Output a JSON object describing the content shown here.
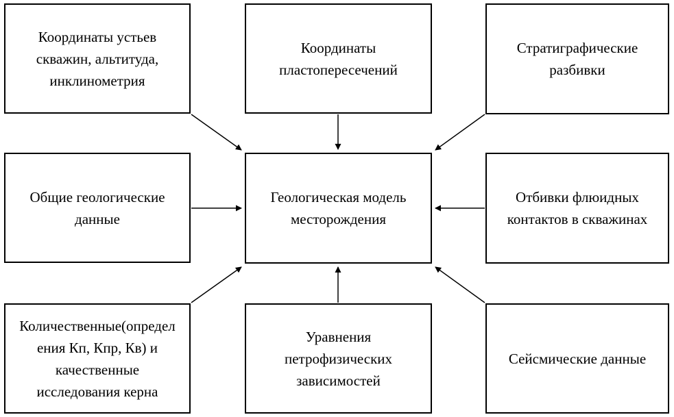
{
  "diagram": {
    "center_node": {
      "lines": [
        "Геологическая модель",
        "месторождения"
      ]
    },
    "nodes": [
      {
        "name": "wellhead-coordinates",
        "lines": [
          "Координаты устьев",
          "скважин, альтитуда,",
          "инклинометрия"
        ]
      },
      {
        "name": "reservoir-intersection-coordinates",
        "lines": [
          "Координаты",
          "пластопересечений"
        ]
      },
      {
        "name": "stratigraphic-breakdowns",
        "lines": [
          "Стратиграфические",
          "разбивки"
        ]
      },
      {
        "name": "general-geological-data",
        "lines": [
          "Общие геологические",
          "данные"
        ]
      },
      {
        "name": "fluid-contact-picks",
        "lines": [
          "Отбивки флюидных",
          "контактов в скважинах"
        ]
      },
      {
        "name": "core-studies",
        "lines": [
          "Количественные(определ",
          "ения Кп, Кпр, Кв) и",
          "качественные",
          "исследования керна"
        ]
      },
      {
        "name": "petrophysical-equations",
        "lines": [
          "Уравнения",
          "петрофизических",
          "зависимостей"
        ]
      },
      {
        "name": "seismic-data",
        "lines": [
          "Сейсмические данные"
        ]
      }
    ],
    "colors": {
      "background": "#ffffff",
      "box_border": "#000000",
      "text": "#000000",
      "arrow": "#000000"
    }
  }
}
